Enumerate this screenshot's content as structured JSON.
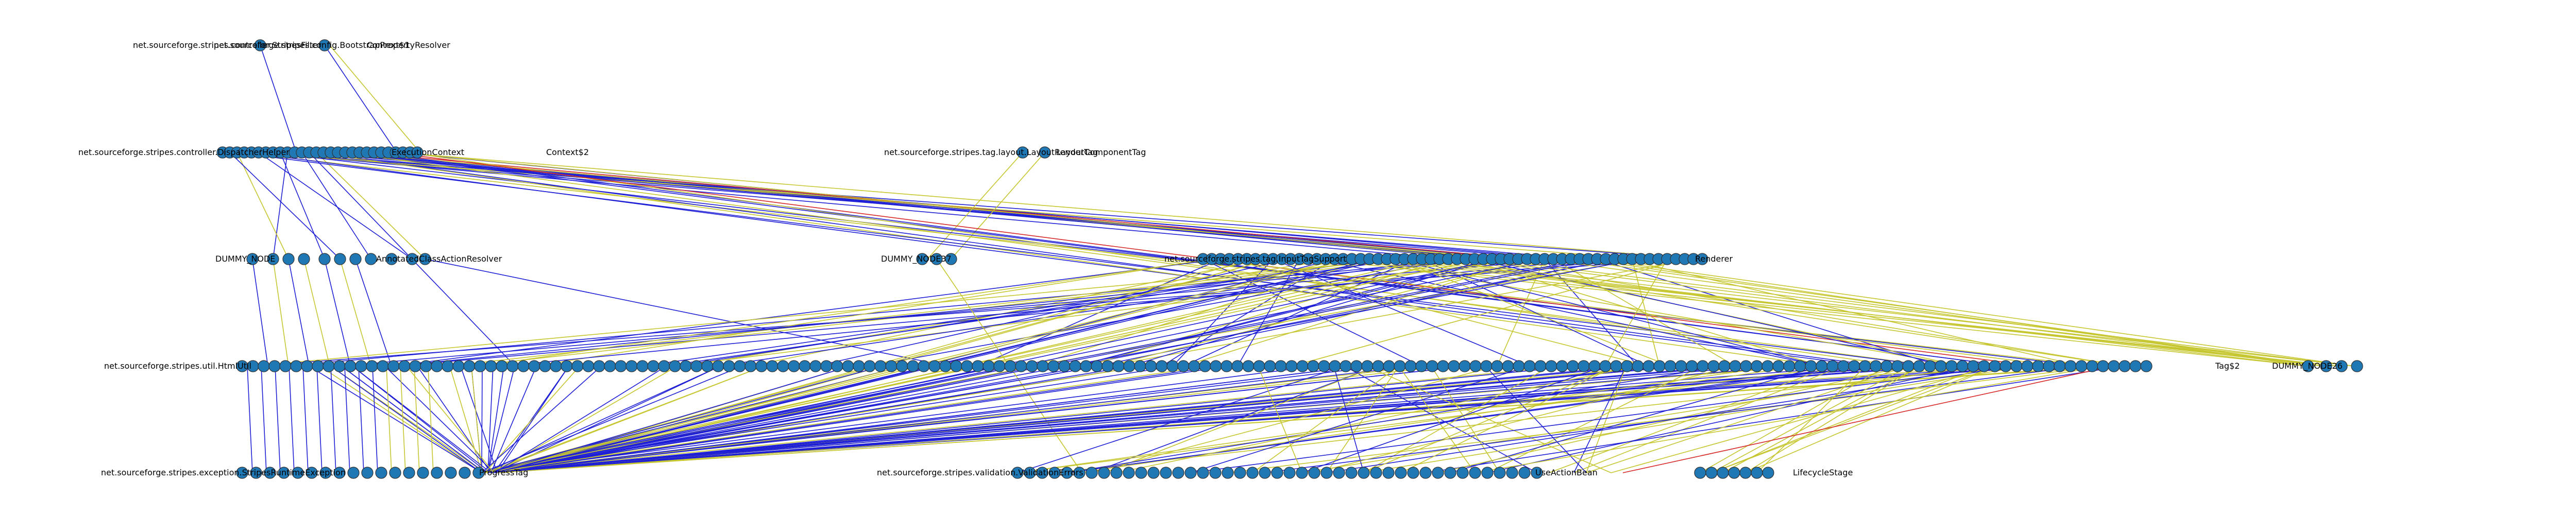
{
  "colors": {
    "node": "#1f77b4",
    "edge_blue": "#1f1fd6",
    "edge_yellow": "#c6c630",
    "edge_red": "#d62728",
    "text": "#000000"
  },
  "labels": {
    "l1a": "net.sourceforge.stripes.controller.StripesFilter",
    "l1b": "net.sourceforge.stripes.config.BootstrapPropertyResolver",
    "l1c": "Context$1",
    "l2a": "net.sourceforge.stripes.controller.DispatcherHelper",
    "l2b": "ExecutionContext",
    "l2c": "Context$2",
    "l2d": "net.sourceforge.stripes.tag.layout.LayoutRenderTag",
    "l2e": "LayoutComponentTag",
    "l3a": "DUMMY_NODE",
    "l3b": "AnnotatedClassActionResolver",
    "l3c": "DUMMY_NODE37",
    "l3d": "net.sourceforge.stripes.tag.InputTagSupport",
    "l3e": "Renderer",
    "l4a": "net.sourceforge.stripes.util.HtmlUtil",
    "l4b": "Tag$2",
    "l4c": "DUMMY_NODE26",
    "l5a": "net.sourceforge.stripes.exception.StripesRuntimeException",
    "l5b": "ProgressTag",
    "l5c": "net.sourceforge.stripes.validation.ValidationErrors",
    "l5d": "UseActionBean",
    "l5e": "LifecycleStage"
  }
}
